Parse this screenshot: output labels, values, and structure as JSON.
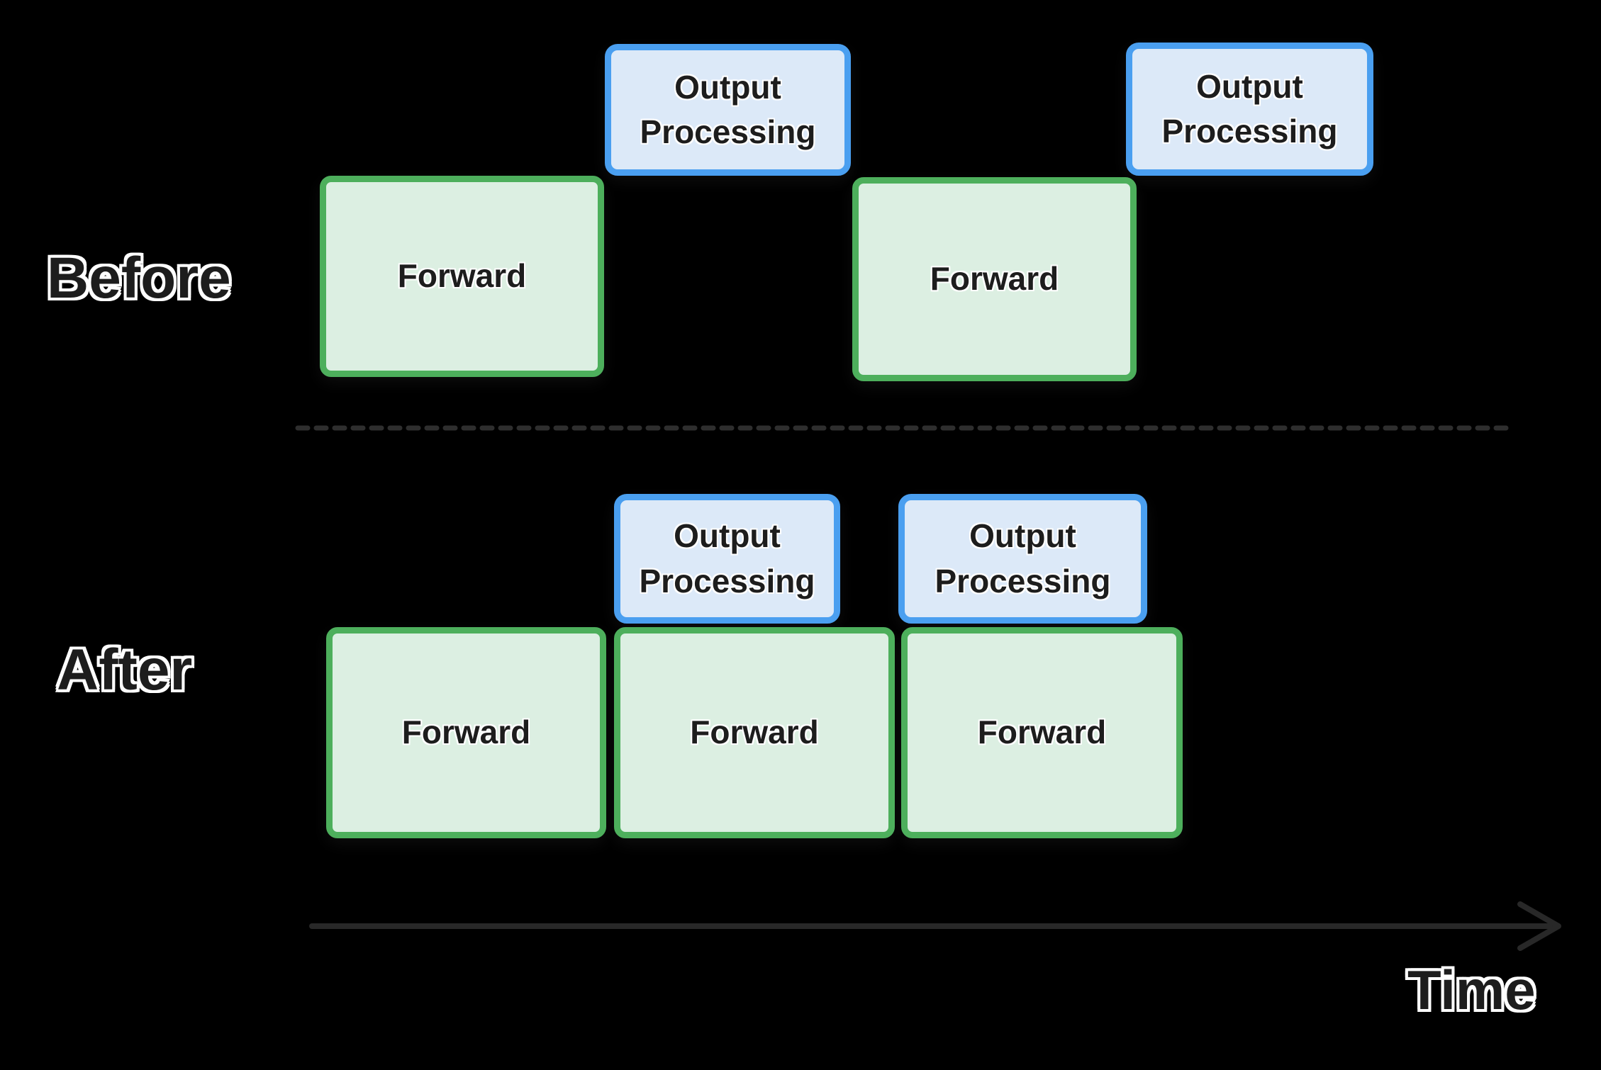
{
  "labels": {
    "before": "Before",
    "after": "After",
    "time": "Time"
  },
  "box_labels": {
    "forward": "Forward",
    "output_line1": "Output",
    "output_line2": "Processing"
  },
  "rows": {
    "before": {
      "forward_boxes": 2,
      "output_processing_boxes": 2,
      "pattern": "sequential"
    },
    "after": {
      "forward_boxes": 3,
      "output_processing_boxes": 2,
      "pattern": "overlapped"
    }
  },
  "colors": {
    "background": "#000000",
    "forward_border": "#4daf5c",
    "forward_fill": "#dcefe2",
    "output_border": "#4a9ff0",
    "output_fill": "#dce9f8",
    "divider_dash": "#2e2e2e",
    "time_axis": "#282828",
    "label_text": "#1d1d1d"
  }
}
